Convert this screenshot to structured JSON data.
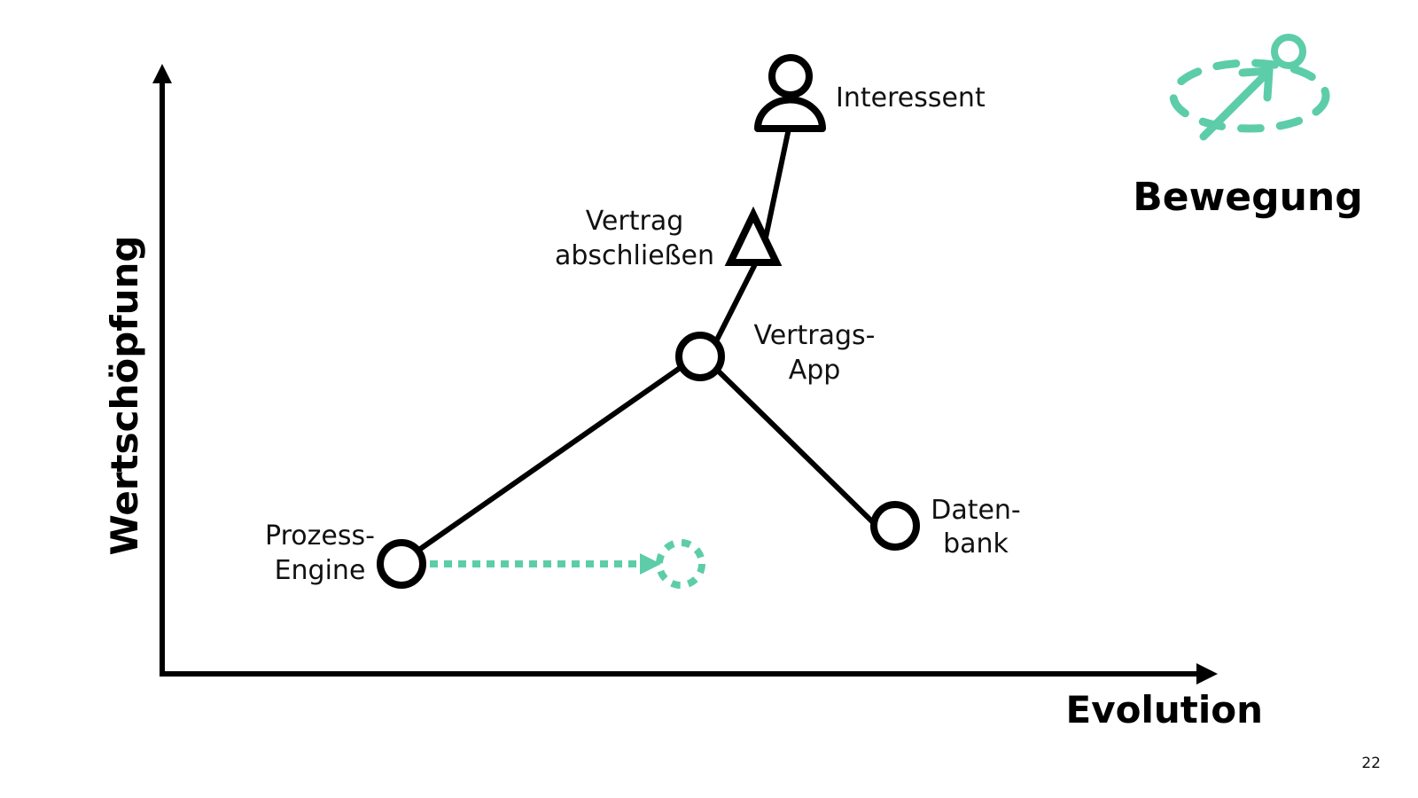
{
  "axes": {
    "x_label": "Evolution",
    "y_label": "Wertschöpfung"
  },
  "nodes": {
    "interessent": {
      "label": "Interessent",
      "kind": "user-icon"
    },
    "vertrag_abschliessen": {
      "label_line1": "Vertrag",
      "label_line2": "abschließen",
      "kind": "triangle"
    },
    "vertrags_app": {
      "label_line1": "Vertrags-",
      "label_line2": "App",
      "kind": "circle"
    },
    "datenbank": {
      "label_line1": "Daten-",
      "label_line2": "bank",
      "kind": "circle"
    },
    "prozess_engine": {
      "label_line1": "Prozess-",
      "label_line2": "Engine",
      "kind": "circle"
    }
  },
  "movement": {
    "from": "prozess_engine",
    "style": "dotted-arrow"
  },
  "legend": {
    "title": "Bewegung",
    "icon": "movement-icon"
  },
  "page_number": "22",
  "colors": {
    "ink": "#000000",
    "accent": "#5ccda8"
  }
}
